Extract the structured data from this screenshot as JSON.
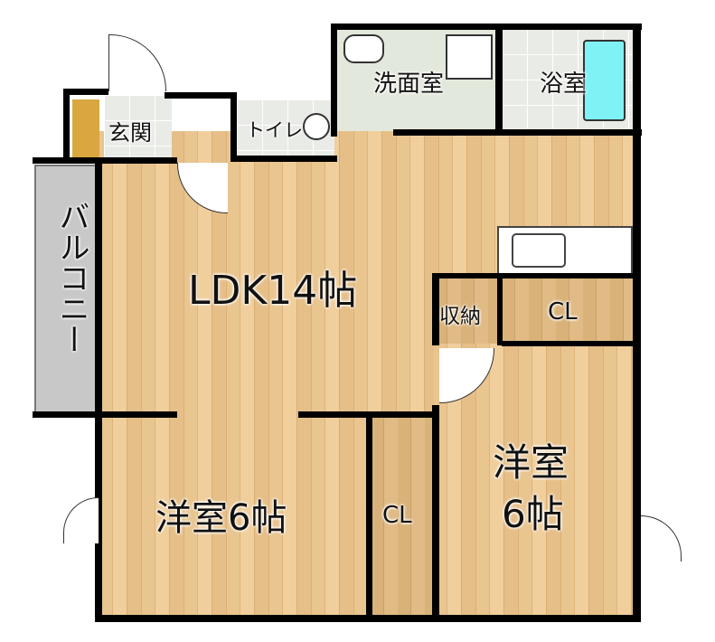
{
  "rooms": {
    "washroom": "洗面室",
    "bath": "浴室",
    "entrance": "玄関",
    "toilet": "トイレ",
    "balcony": "バルコニー",
    "ldk": "LDK14帖",
    "storage": "収納",
    "closet_top": "CL",
    "western_left": "洋室6帖",
    "closet_left": "CL",
    "western_right_1": "洋室",
    "western_right_2": "6帖"
  },
  "colors": {
    "floor": "#e9c590",
    "wall": "#000000",
    "bathtub": "#7ef2f5",
    "balcony": "#c8c8c8"
  }
}
